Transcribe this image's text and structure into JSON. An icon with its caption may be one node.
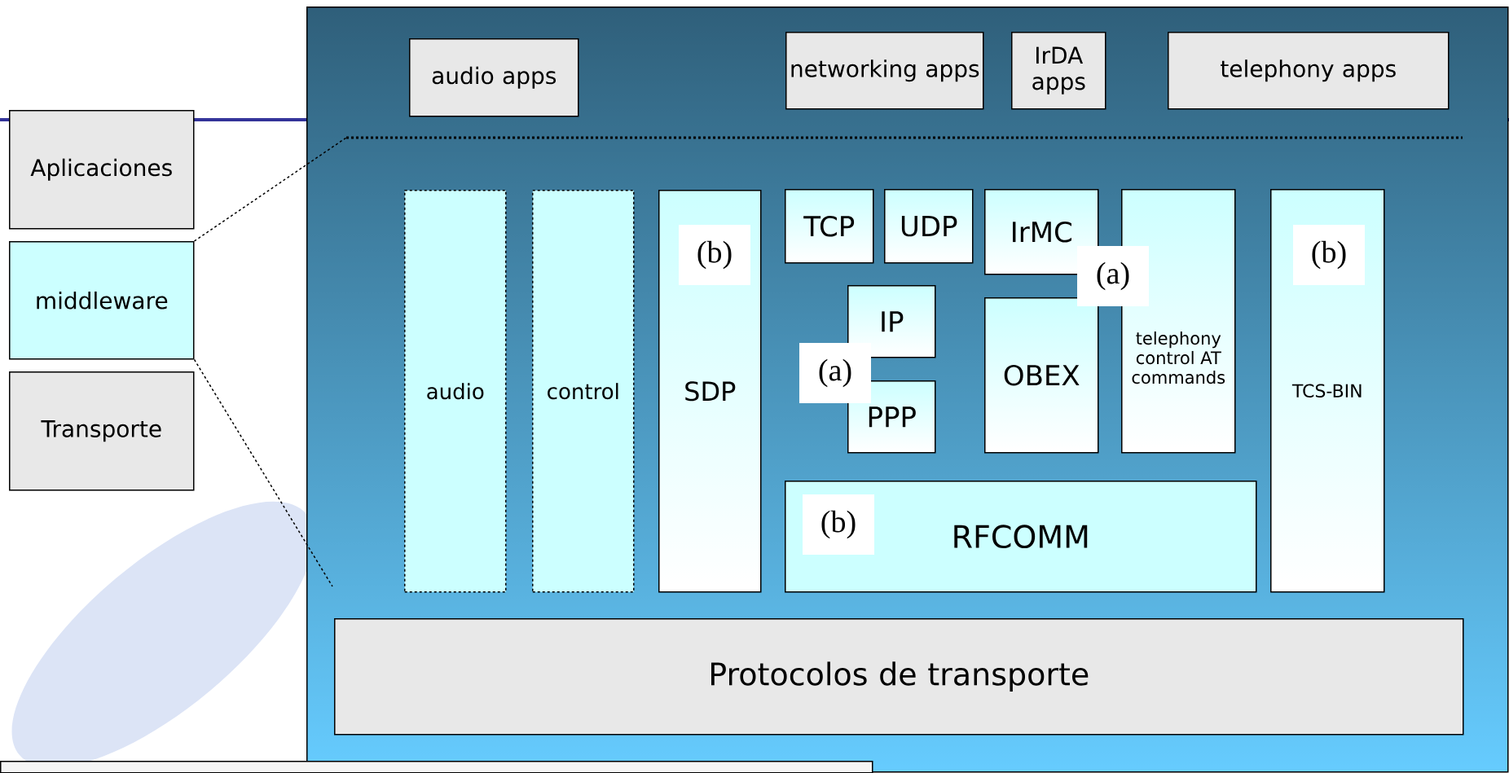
{
  "diagram": {
    "nodes": [
      {
        "text": [
          "Aplicaciones"
        ]
      },
      {
        "text": [
          "middleware"
        ]
      },
      {
        "text": [
          "Transporte"
        ]
      },
      {
        "text": [],
        "shape": "box"
      },
      {
        "text": [
          "audio apps"
        ],
        "in": 3
      },
      {
        "text": [
          "networking apps"
        ],
        "in": 3
      },
      {
        "text": [
          "IrDA apps"
        ],
        "in": 3
      },
      {
        "text": [
          "telephony apps"
        ],
        "in": 3
      },
      {
        "text": [
          "audio"
        ],
        "in": 3
      },
      {
        "text": [
          "control"
        ],
        "in": 3
      },
      {
        "text": [
          "SDP"
        ],
        "in": 3
      },
      {
        "text": [
          "TCP"
        ],
        "in": 3
      },
      {
        "text": [
          "UDP"
        ],
        "in": 3
      },
      {
        "text": [
          "IrMC"
        ],
        "in": 3
      },
      {
        "text": [
          "IP"
        ],
        "in": 3
      },
      {
        "text": [
          "PPP"
        ],
        "in": 3
      },
      {
        "text": [
          "OBEX"
        ],
        "in": 3
      },
      {
        "text": [
          "telephony control AT commands"
        ],
        "in": 3
      },
      {
        "text": [
          "TCS-BIN"
        ],
        "in": 3
      },
      {
        "text": [
          "RFCOMM"
        ],
        "in": 3
      },
      {
        "text": [
          "Protocolos de transporte"
        ],
        "in": 3
      },
      {
        "text": [],
        "shape": "box"
      }
    ],
    "edges": [
      {
        "from": 1,
        "to": 3,
        "arrow": "none",
        "style": "dashed"
      },
      {
        "from": 1,
        "to": 3,
        "arrow": "none",
        "style": "dashed"
      }
    ],
    "labels": [
      "(b)",
      "(b)",
      "(a)",
      "(a)",
      "(b)"
    ]
  }
}
